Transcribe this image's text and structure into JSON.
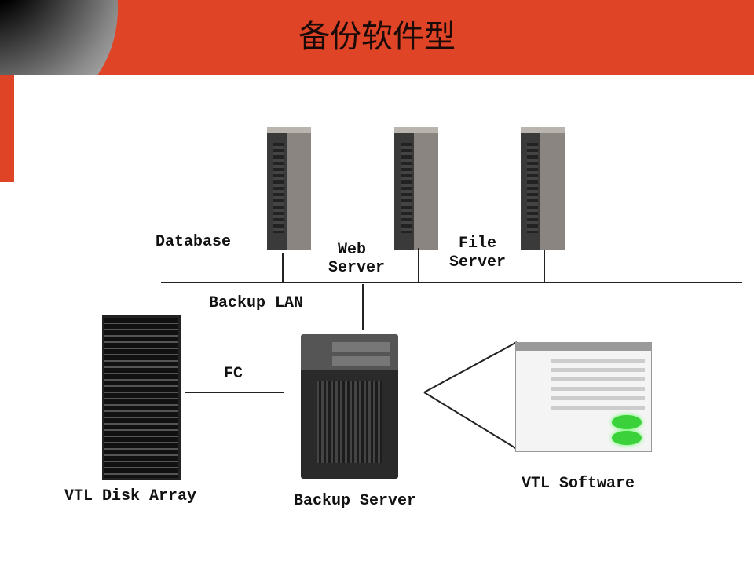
{
  "title": "备份软件型",
  "labels": {
    "database": "Database",
    "web_server": [
      "Web",
      "Server"
    ],
    "file_server": [
      "File",
      "Server"
    ],
    "backup_lan": "Backup LAN",
    "fc": "FC",
    "vtl_disk_array": "VTL Disk Array",
    "backup_server": "Backup Server",
    "vtl_software": "VTL Software"
  },
  "colors": {
    "header": "#e04426"
  }
}
